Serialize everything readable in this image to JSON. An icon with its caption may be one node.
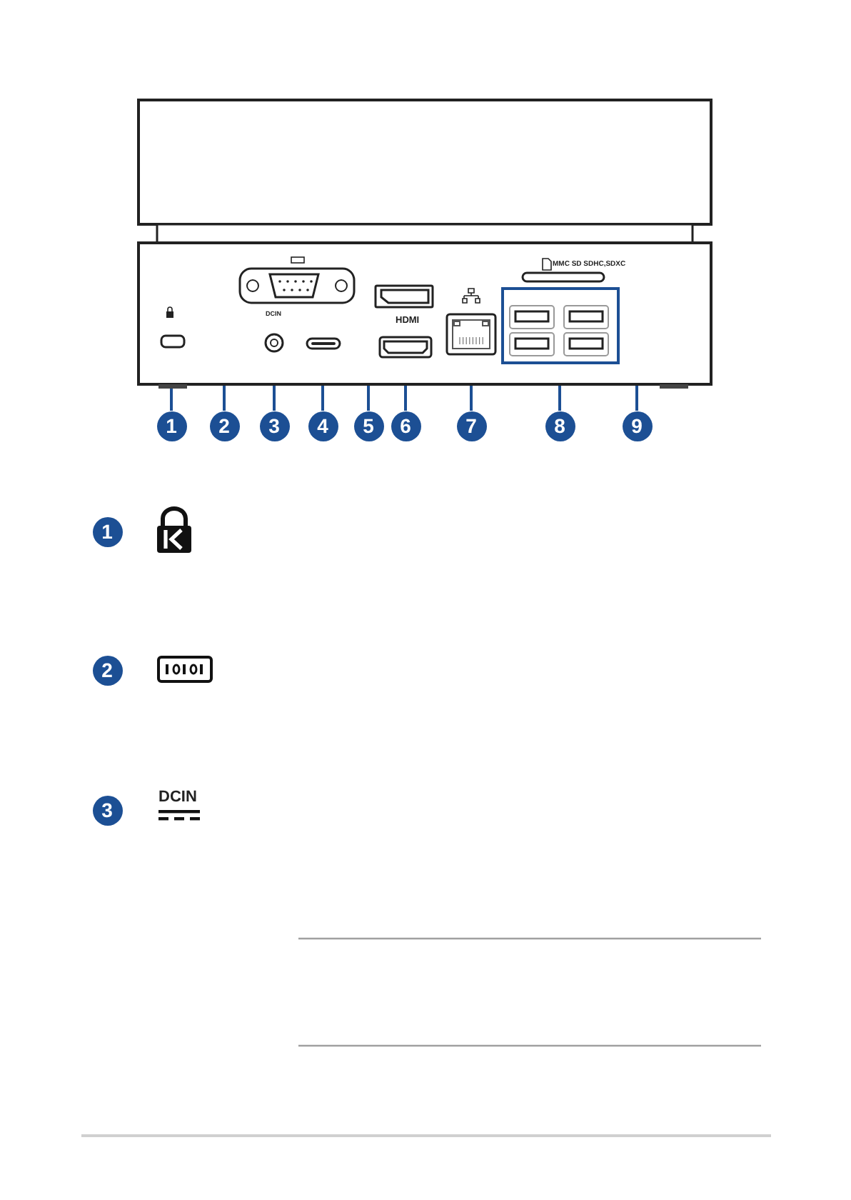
{
  "diagram": {
    "nodes": [
      {
        "text": [],
        "shape": "box"
      },
      {
        "text": [],
        "shape": "box"
      },
      {
        "text": [],
        "shape": "circle"
      },
      {
        "text": [],
        "shape": "box"
      },
      {
        "text": [],
        "shape": "box"
      },
      {
        "text": [],
        "shape": "box"
      },
      {
        "text": [],
        "shape": "box"
      },
      {
        "text": [],
        "shape": "box"
      },
      {
        "text": [],
        "shape": "box"
      },
      {
        "text": [
          "1"
        ]
      },
      {
        "text": [
          "2"
        ]
      },
      {
        "text": [
          "3"
        ]
      },
      {
        "text": [
          "4"
        ]
      },
      {
        "text": [
          "5"
        ]
      },
      {
        "text": [
          "6"
        ]
      },
      {
        "text": [
          "7"
        ]
      },
      {
        "text": [
          "8"
        ]
      },
      {
        "text": [
          "9"
        ]
      },
      {
        "text": [
          "1"
        ]
      },
      {
        "text": [
          "2"
        ]
      },
      {
        "text": [
          "3"
        ]
      }
    ],
    "edges": [
      {
        "from": 9,
        "to": 0,
        "arrow": "none"
      },
      {
        "from": 10,
        "to": 1,
        "arrow": "none"
      },
      {
        "from": 11,
        "to": 2,
        "arrow": "none"
      },
      {
        "from": 12,
        "to": 3,
        "arrow": "none"
      },
      {
        "from": 13,
        "to": 4,
        "arrow": "none"
      },
      {
        "from": 14,
        "to": 5,
        "arrow": "none"
      },
      {
        "from": 15,
        "to": 6,
        "arrow": "none"
      },
      {
        "from": 16,
        "to": 7,
        "arrow": "none"
      },
      {
        "from": 17,
        "to": 8,
        "arrow": "none"
      }
    ],
    "labels": [
      "MMC SD SDHC,SDXC",
      "DCIN",
      "HDMI",
      "DCIN"
    ]
  }
}
